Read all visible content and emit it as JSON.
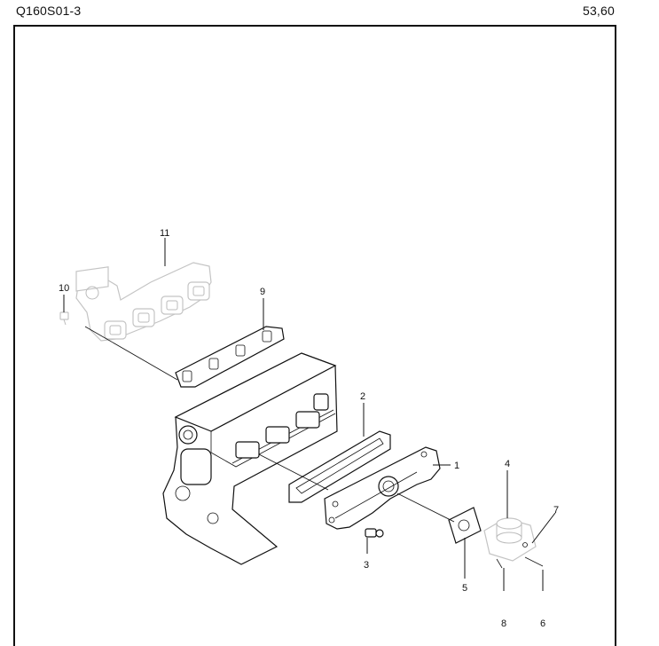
{
  "header": {
    "drawing_code": "Q160S01-3",
    "page_ref": "53,60"
  },
  "callouts": {
    "c1": "1",
    "c2": "2",
    "c3": "3",
    "c4": "4",
    "c5": "5",
    "c6": "6",
    "c7": "7",
    "c8": "8",
    "c9": "9",
    "c10": "10",
    "c11": "11"
  }
}
